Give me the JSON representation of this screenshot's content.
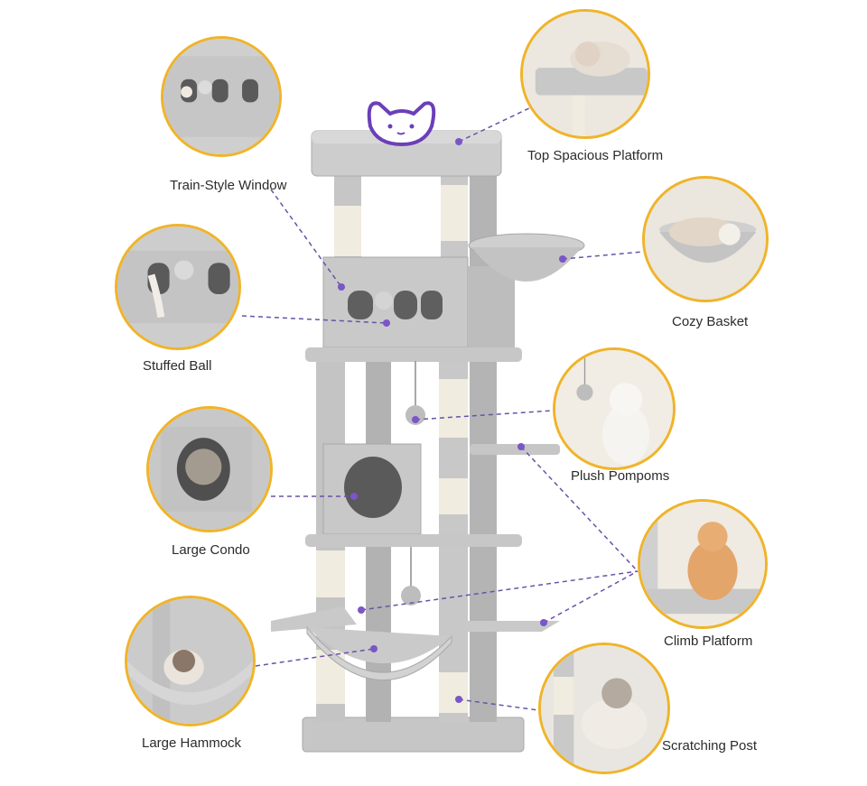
{
  "features": [
    {
      "id": "top-spacious-platform",
      "label": "Top Spacious Platform"
    },
    {
      "id": "train-style-window",
      "label": "Train-Style Window"
    },
    {
      "id": "cozy-basket",
      "label": "Cozy Basket"
    },
    {
      "id": "stuffed-ball",
      "label": "Stuffed Ball"
    },
    {
      "id": "plush-pompoms",
      "label": "Plush Pompoms"
    },
    {
      "id": "large-condo",
      "label": "Large Condo"
    },
    {
      "id": "climb-platform",
      "label": "Climb Platform"
    },
    {
      "id": "large-hammock",
      "label": "Large Hammock"
    },
    {
      "id": "scratching-post",
      "label": "Scratching Post"
    }
  ],
  "colors": {
    "plush": "#c9c9c9",
    "plush_dark": "#a9a9a9",
    "sisal": "#f1ece0",
    "ring": "#f0b429",
    "leader": "#6b52a8",
    "paw": "#7a56c6"
  }
}
